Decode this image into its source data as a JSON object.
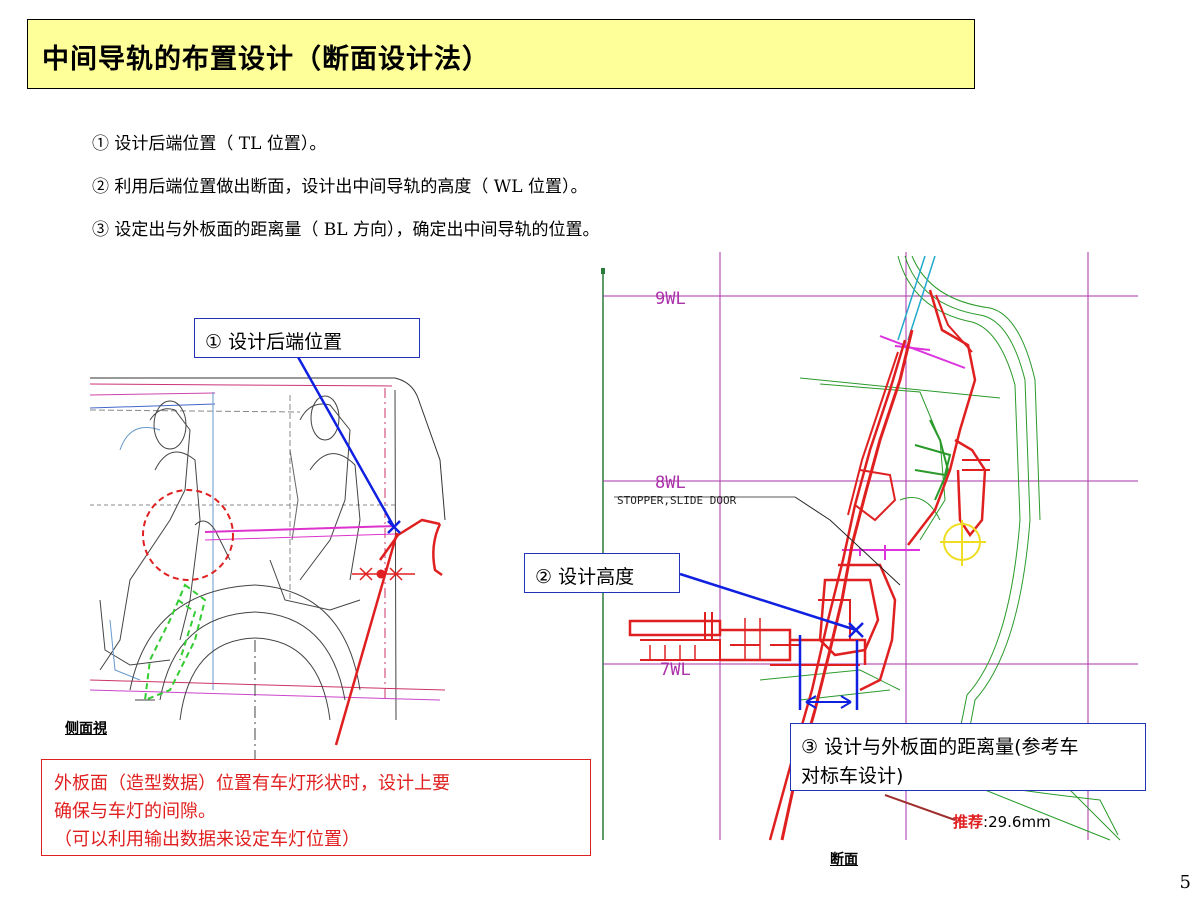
{
  "title": "中间导轨的布置设计（断面设计法）",
  "steps": [
    "① 设计后端位置（ TL 位置）。",
    "② 利用后端位置做出断面，设计出中间导轨的高度（ WL 位置）。",
    "③ 设定出与外板面的距离量（ BL 方向），确定出中间导轨的位置。"
  ],
  "callouts": {
    "rear_end": "① 设计后端位置",
    "height": "② 设计高度",
    "distance_line1": "③ 设计与外板面的距离量(参考车",
    "distance_line2": "对标车设计)"
  },
  "note": {
    "line1": "外板面（造型数据）位置有车灯形状时，设计上要",
    "line2": "确保与车灯的间隙。",
    "line3": "（可以利用输出数据来设定车灯位置）"
  },
  "captions": {
    "side_view": "侧面視",
    "section": "断面"
  },
  "section_labels": {
    "wl9": "9WL",
    "wl8": "8WL",
    "wl7": "7WL",
    "stopper": "STOPPER,SLIDE DOOR"
  },
  "recommend": {
    "label": "推荐",
    "value": ":29.6mm"
  },
  "page_number": "5",
  "colors": {
    "title_bg": "#ffff99",
    "callout_border": "#2233bb",
    "note_border": "#e02020",
    "accent_red": "#e02020",
    "accent_blue": "#1020e0"
  }
}
